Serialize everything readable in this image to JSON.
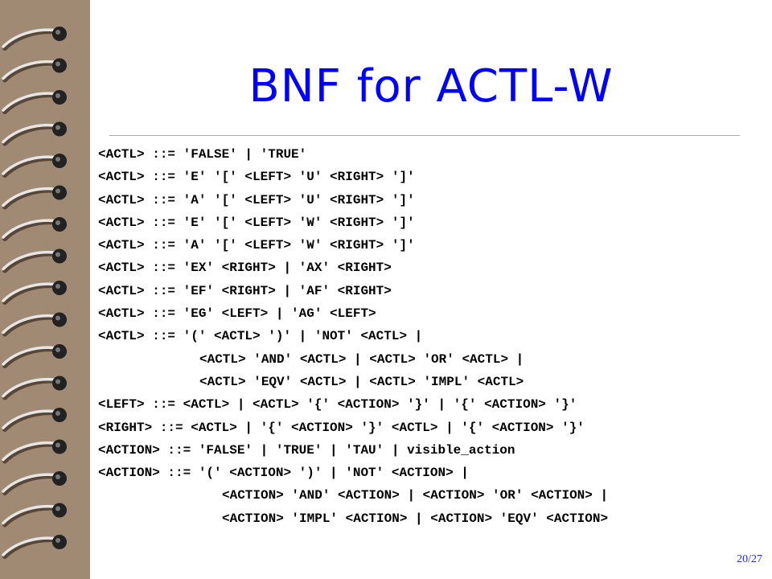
{
  "slide": {
    "title": "BNF for ACTL-W",
    "page_number": "20/27"
  },
  "bnf": {
    "lines": [
      "<ACTL> ::= 'FALSE' | 'TRUE'",
      "<ACTL> ::= 'E' '[' <LEFT> 'U' <RIGHT> ']'",
      "<ACTL> ::= 'A' '[' <LEFT> 'U' <RIGHT> ']'",
      "<ACTL> ::= 'E' '[' <LEFT> 'W' <RIGHT> ']'",
      "<ACTL> ::= 'A' '[' <LEFT> 'W' <RIGHT> ']'",
      "<ACTL> ::= 'EX' <RIGHT> | 'AX' <RIGHT>",
      "<ACTL> ::= 'EF' <RIGHT> | 'AF' <RIGHT>",
      "<ACTL> ::= 'EG' <LEFT> | 'AG' <LEFT>",
      "<ACTL> ::= '(' <ACTL> ')' | 'NOT' <ACTL> |",
      "<ACTL> 'AND' <ACTL> | <ACTL> 'OR' <ACTL> |",
      "<ACTL> 'EQV' <ACTL> | <ACTL> 'IMPL' <ACTL>",
      "<LEFT> ::= <ACTL> | <ACTL> '{' <ACTION> '}' | '{' <ACTION> '}'",
      "<RIGHT> ::= <ACTL> | '{' <ACTION> '}' <ACTL> | '{' <ACTION> '}'",
      "<ACTION> ::= 'FALSE' | 'TRUE' | 'TAU' | visible_action",
      "<ACTION> ::= '(' <ACTION> ')' | 'NOT' <ACTION> |",
      "<ACTION> 'AND' <ACTION> | <ACTION> 'OR' <ACTION> |",
      "<ACTION> 'IMPL' <ACTION> | <ACTION> 'EQV' <ACTION>"
    ]
  },
  "colors": {
    "title": "#0000ff",
    "binding": "#a08a74",
    "page_number": "#2b2bd6",
    "body_text": "#000000"
  },
  "icons": {
    "binding": "spiral-binding-icon"
  }
}
